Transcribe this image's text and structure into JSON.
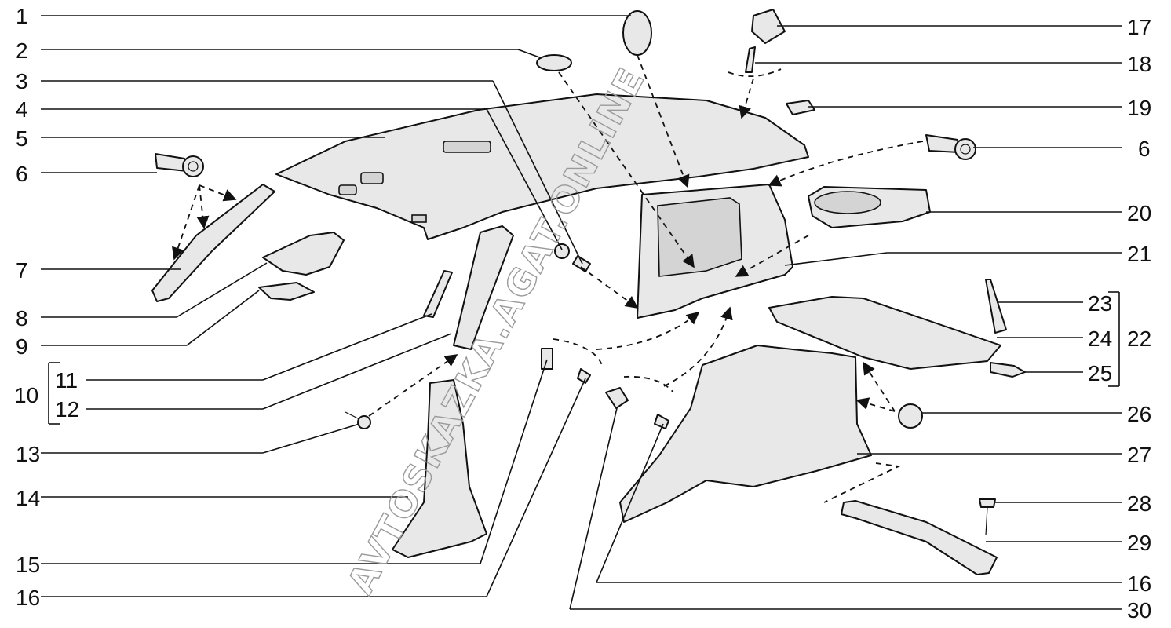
{
  "watermark": "AVTOSKAZKA.AGAT.ONLINE",
  "callouts_left": [
    "1",
    "2",
    "3",
    "4",
    "5",
    "6",
    "7",
    "8",
    "9",
    "11",
    "12",
    "10",
    "13",
    "14",
    "15",
    "16"
  ],
  "callouts_right": [
    "17",
    "18",
    "19",
    "6",
    "20",
    "21",
    "23",
    "24",
    "22",
    "25",
    "26",
    "27",
    "28",
    "29",
    "16",
    "30"
  ]
}
